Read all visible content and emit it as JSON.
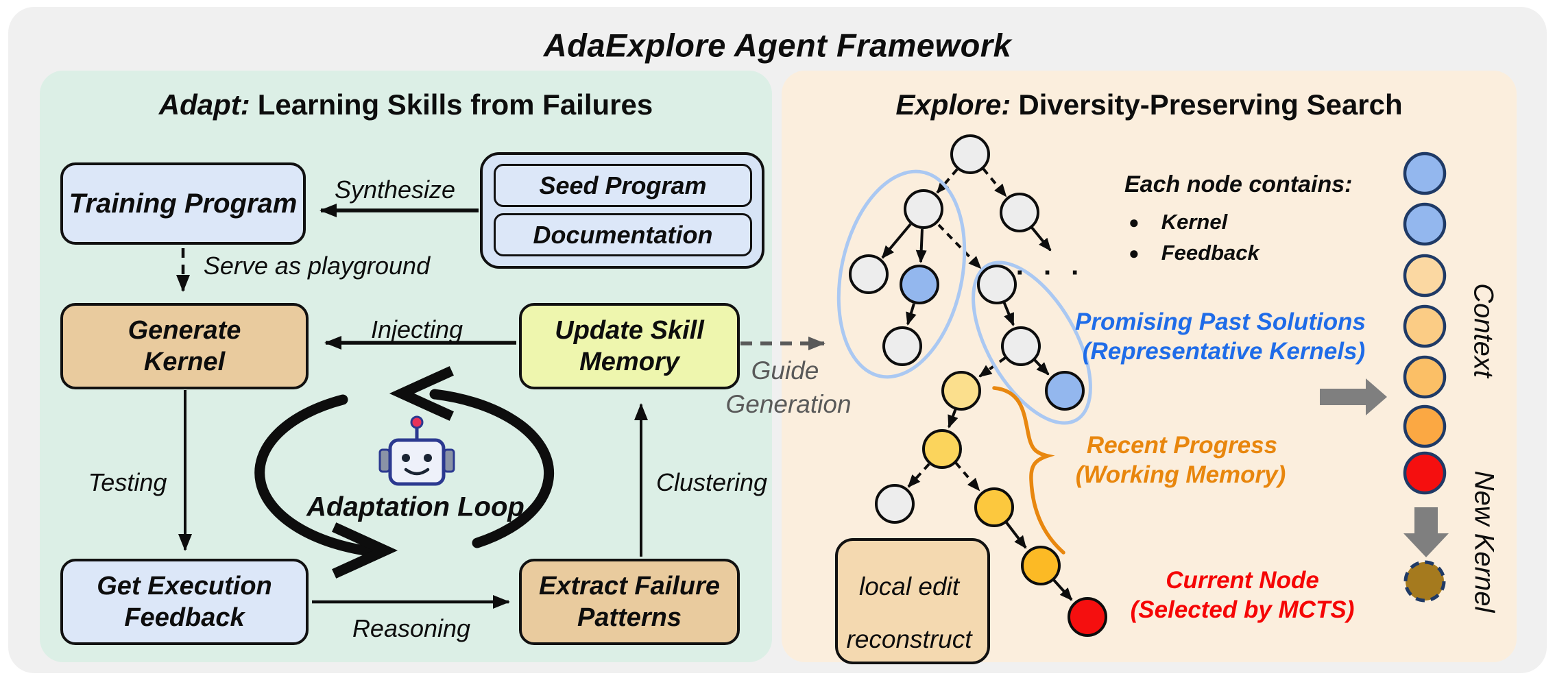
{
  "title": "AdaExplore Agent Framework",
  "adapt": {
    "heading_lead": "Adapt:",
    "heading_rest": "Learning Skills from Failures",
    "training_program": "Training Program",
    "seed_program": "Seed Program",
    "documentation": "Documentation",
    "generate_kernel": [
      "Generate",
      "Kernel"
    ],
    "update_skill_memory": [
      "Update Skill",
      "Memory"
    ],
    "get_execution_feedback": [
      "Get Execution",
      "Feedback"
    ],
    "extract_failure_patterns": [
      "Extract Failure",
      "Patterns"
    ],
    "labels": {
      "synthesize": "Synthesize",
      "serve_as_playground": "Serve as playground",
      "injecting": "Injecting",
      "testing": "Testing",
      "clustering": "Clustering",
      "reasoning": "Reasoning",
      "adaptation_loop": "Adaptation Loop"
    }
  },
  "explore": {
    "heading_lead": "Explore:",
    "heading_rest": "Diversity-Preserving Search",
    "node_info_heading": "Each node contains:",
    "node_info_bullets": [
      "Kernel",
      "Feedback"
    ],
    "ellipsis": ". . .",
    "promising": [
      "Promising Past Solutions",
      "(Representative Kernels)"
    ],
    "recent": [
      "Recent Progress",
      "(Working Memory)"
    ],
    "current": [
      "Current Node",
      "(Selected by MCTS)"
    ],
    "guide": [
      "Guide",
      "Generation"
    ],
    "legend": {
      "solid": "local edit",
      "dashed": "reconstruct"
    },
    "context_label": "Context",
    "new_kernel_label": "New Kernel"
  },
  "colors": {
    "frame_bg": "#f0f0f0",
    "adapt_bg": "#dcefe6",
    "explore_bg": "#fbeedd",
    "blue_box": "#dce7f8",
    "tan_box": "#e9cb9e",
    "yellowgreen_box": "#eef6ae",
    "legend_box": "#f4d9b0",
    "node_gray": "#ededed",
    "node_blue": "#93b7ee",
    "node_yellow1": "#fbdf8d",
    "node_yellow2": "#fbd45c",
    "node_yellow3": "#fcc83e",
    "node_yellow4": "#fcba25",
    "node_red": "#f50f0f",
    "ctx_orange1": "#fbd8a2",
    "ctx_orange2": "#fbcc85",
    "ctx_orange3": "#fbbf66",
    "ctx_orange4": "#fba843",
    "node_brown": "#a57a1e",
    "ctx_border": "#1f3a66",
    "text_blue": "#1f6ce8",
    "text_orange": "#e8860d",
    "text_red": "#f50505",
    "text_gray": "#595959",
    "ellipse_stroke": "#aac8f2",
    "brace_orange": "#e8870f",
    "arrow_gray": "#7f7f7f"
  }
}
